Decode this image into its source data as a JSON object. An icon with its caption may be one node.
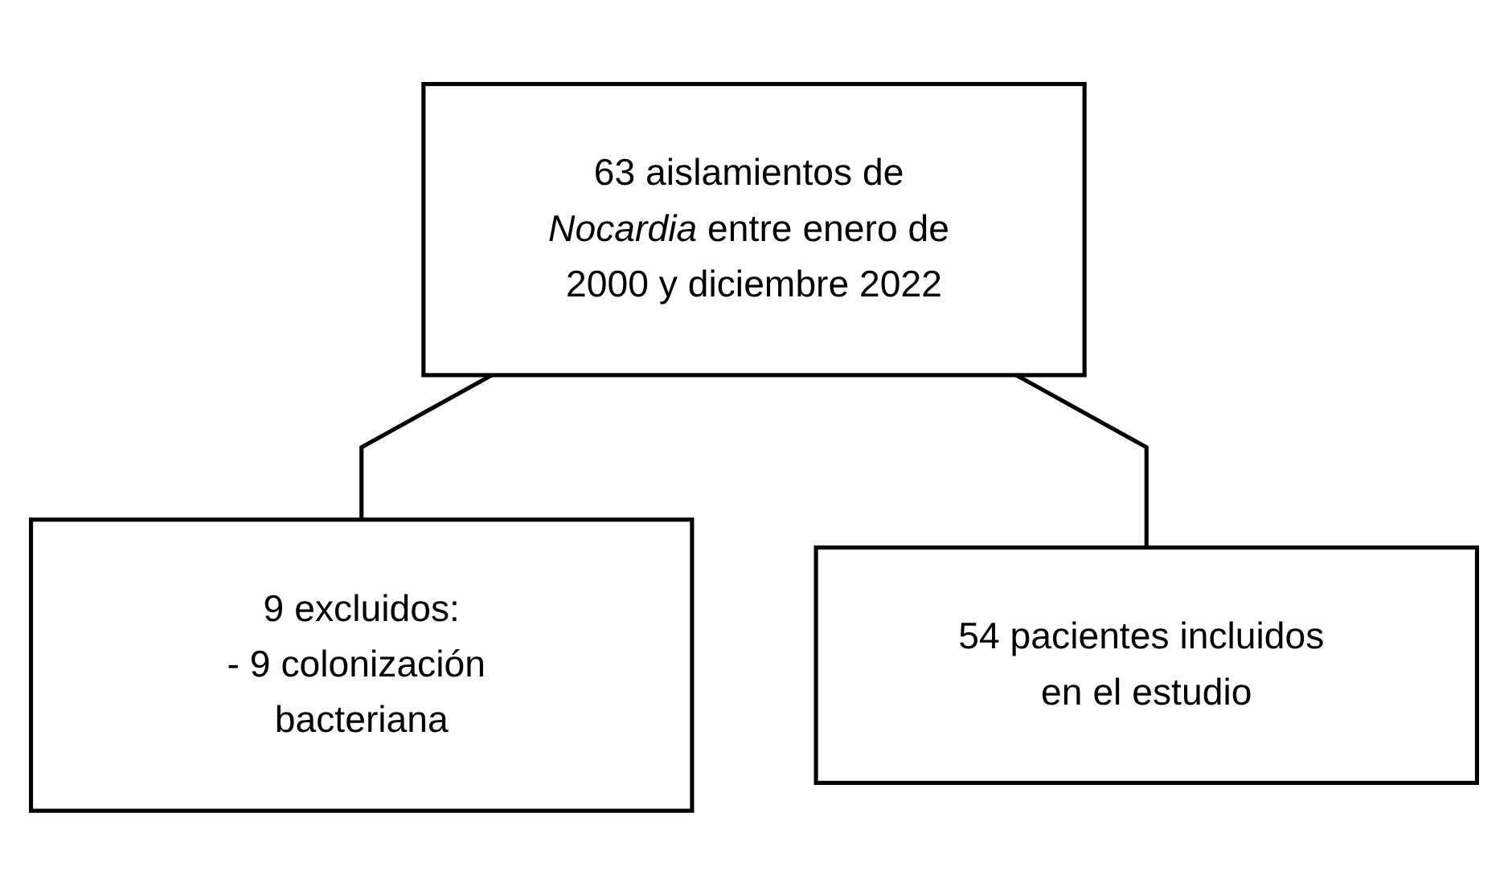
{
  "diagram": {
    "nodes": [
      {
        "text": [
          "63 aislamientos de *Nocardia* entre enero de 2000 y diciembre 2022"
        ]
      },
      {
        "text": [
          "9 excluidos:",
          "- 9 colonización bacteriana"
        ]
      },
      {
        "text": [
          "54 pacientes incluidos en el estudio"
        ]
      }
    ],
    "edges": [
      {
        "from": 0,
        "to": 1,
        "arrow": "none"
      },
      {
        "from": 0,
        "to": 2,
        "arrow": "none"
      }
    ]
  }
}
